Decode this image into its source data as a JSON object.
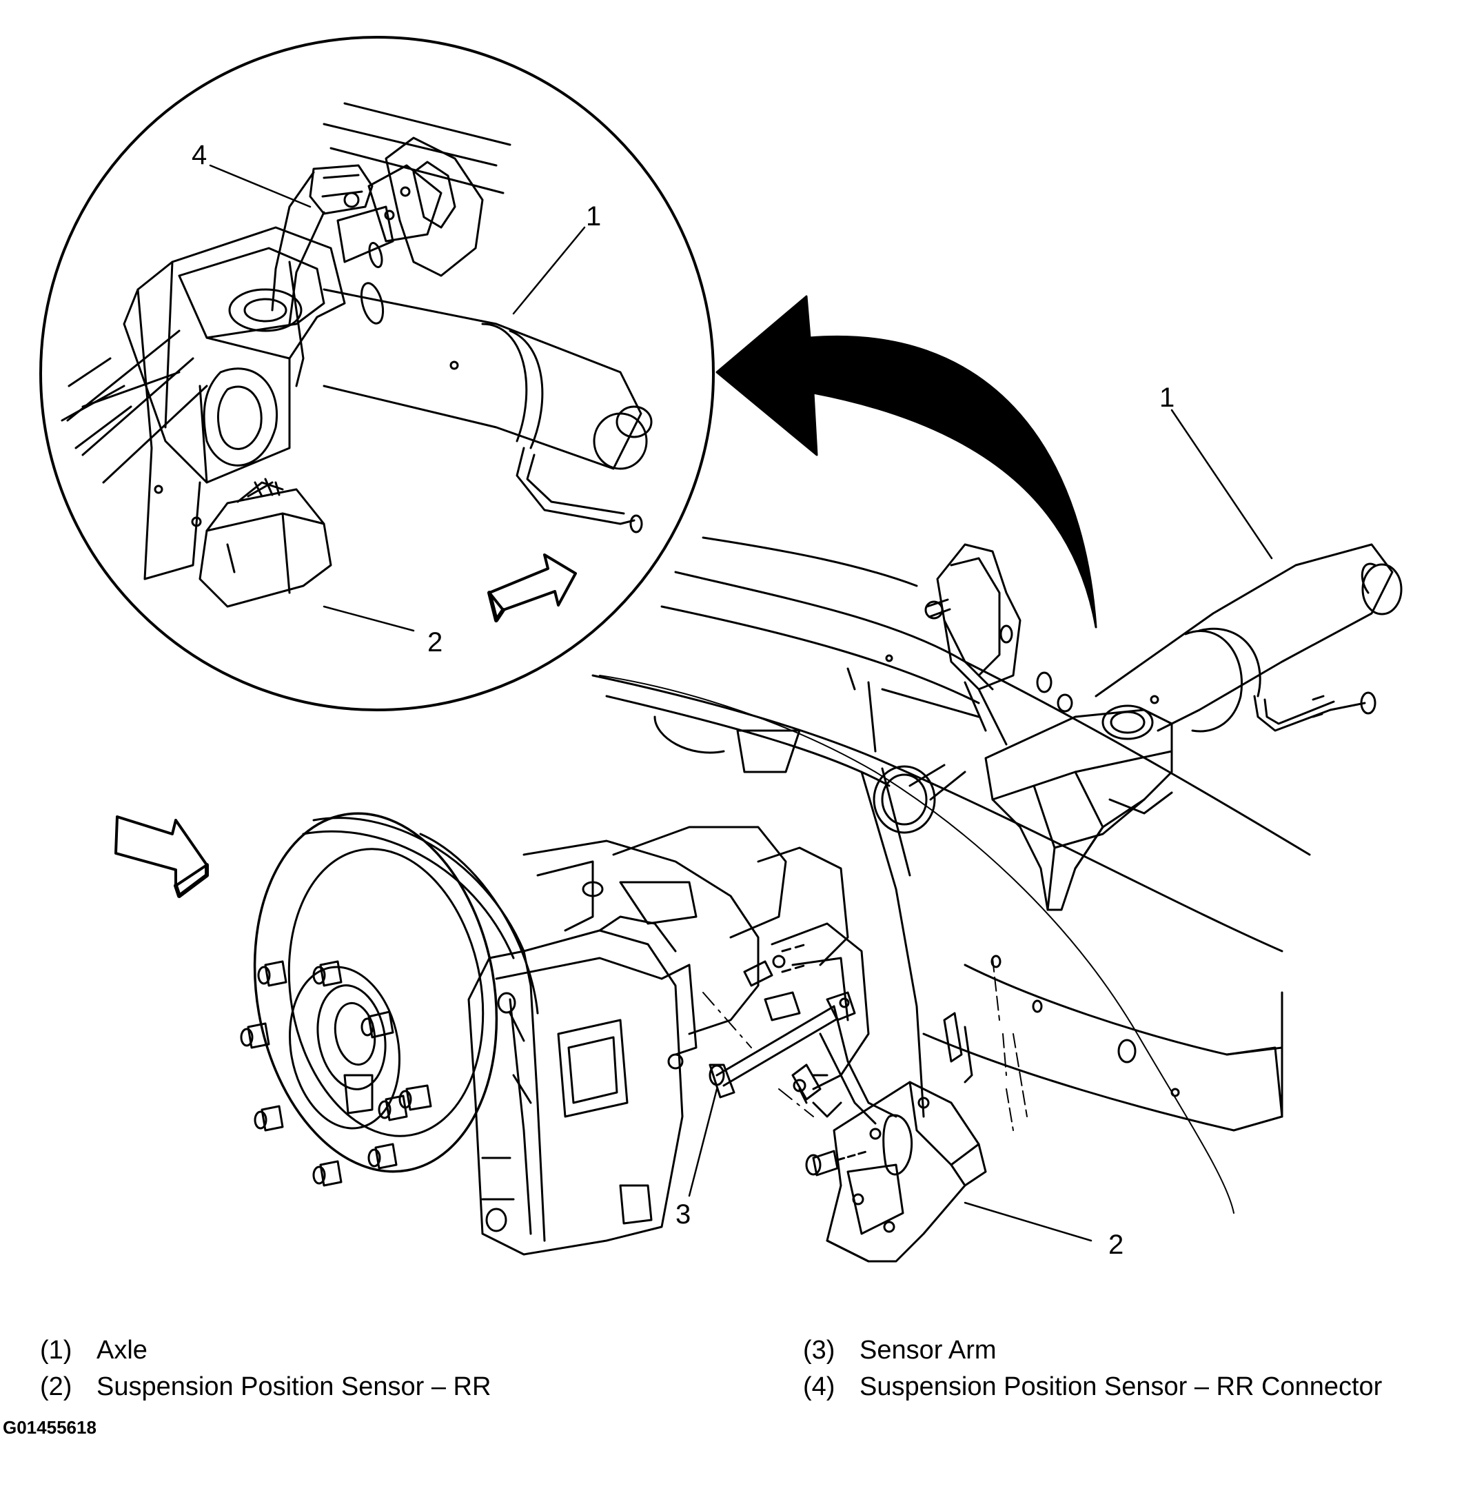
{
  "callouts": {
    "detail_4": "4",
    "detail_1": "1",
    "detail_2": "2",
    "main_1": "1",
    "main_2": "2",
    "main_3": "3"
  },
  "legend": [
    {
      "num": "(1)",
      "label": "Axle"
    },
    {
      "num": "(2)",
      "label": "Suspension Position Sensor – RR"
    },
    {
      "num": "(3)",
      "label": "Sensor Arm"
    },
    {
      "num": "(4)",
      "label": "Suspension Position Sensor – RR Connector"
    }
  ],
  "figure_id": "G01455618",
  "colors": {
    "line": "#000000",
    "background": "#ffffff"
  }
}
